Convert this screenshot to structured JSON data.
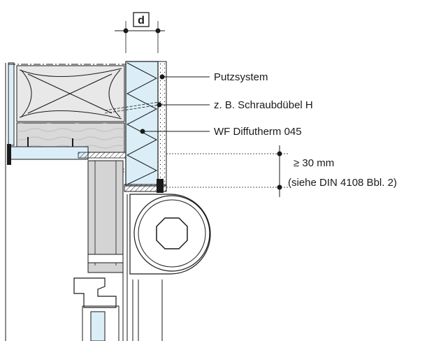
{
  "dimension_top": {
    "label": "d"
  },
  "labels": [
    {
      "id": "putz",
      "text": "Putzsystem"
    },
    {
      "id": "duebel",
      "text": "z. B. Schraubdübel H"
    },
    {
      "id": "wf",
      "text": "WF Diffutherm 045"
    }
  ],
  "dimension_side": {
    "line1": "≥ 30 mm",
    "line2": "(siehe DIN 4108 Bbl. 2)"
  },
  "colors": {
    "line": "#1a1a1a",
    "insulation_blue": "#dbeef8",
    "cavity_gray": "#e6e6e6",
    "timber_gray": "#d9d9d9",
    "window_gray": "#d4d4d4",
    "plaster": "#ffffff"
  }
}
